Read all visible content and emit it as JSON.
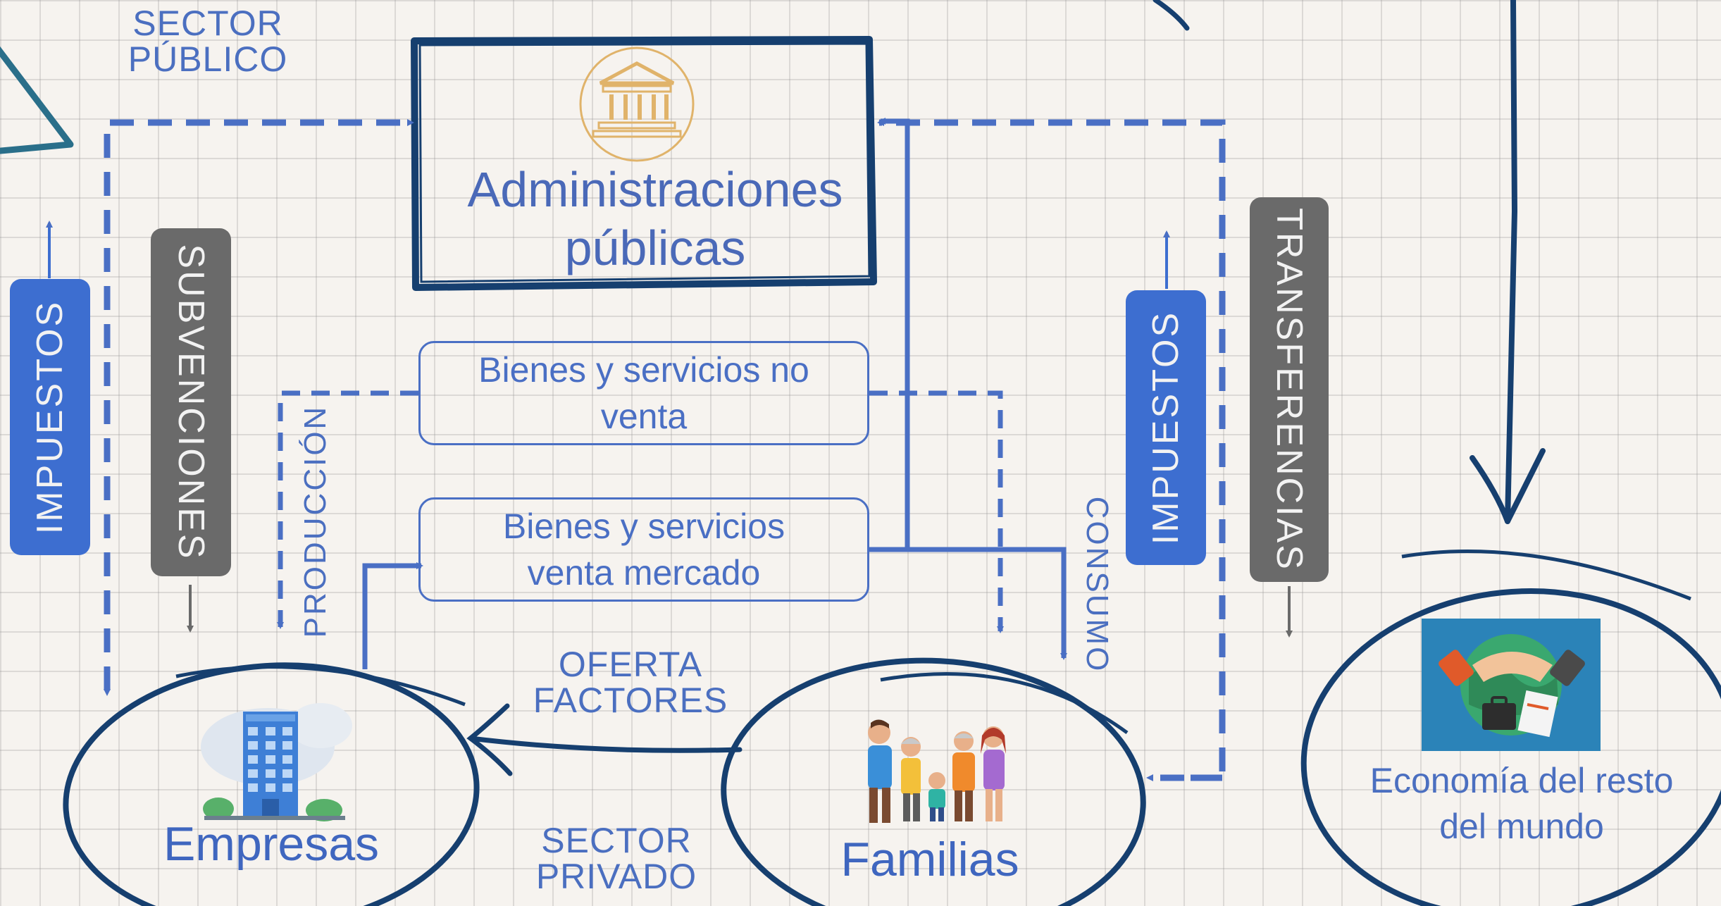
{
  "colors": {
    "background": "#f6f3ef",
    "grid": "#c9c9c9",
    "navy": "#163f6f",
    "flow_blue": "#4a6fc4",
    "badge_blue": "#3d6ed0",
    "badge_grey": "#6a6a6a",
    "gov_icon": "#e0b36a"
  },
  "labels": {
    "sector_publico": "SECTOR\nPÚBLICO",
    "sector_privado": "SECTOR\nPRIVADO",
    "oferta_factores": "OFERTA\nFACTORES",
    "produccion": "PRODUCCIÓN",
    "consumo": "CONSUMO"
  },
  "nodes": {
    "administraciones": "Administraciones\npúblicas",
    "empresas": "Empresas",
    "familias": "Familias",
    "resto_mundo": "Economía del resto\ndel mundo"
  },
  "goods": {
    "no_venta": "Bienes y servicios no\nventa",
    "mercado": "Bienes y servicios\nventa mercado"
  },
  "badges": {
    "impuestos_left": "IMPUESTOS",
    "subvenciones": "SUBVENCIONES",
    "impuestos_right": "IMPUESTOS",
    "transferencias": "TRANSFERENCIAS"
  },
  "icons": [
    "bank-icon",
    "company-building-icon",
    "family-icon",
    "handshake-globe-icon"
  ]
}
